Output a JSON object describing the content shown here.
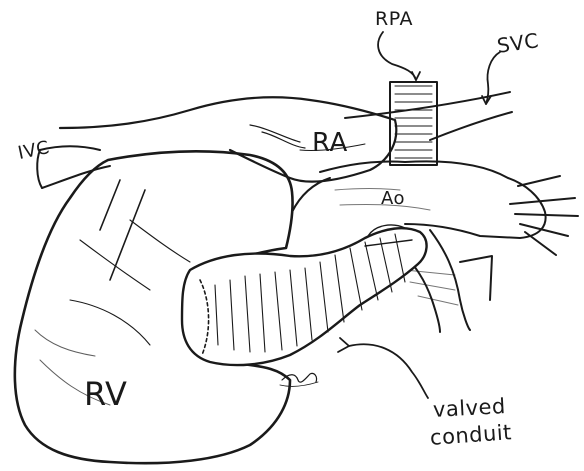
{
  "labels": {
    "rpa": "RPA",
    "svc": "SVC",
    "ivc": "IVC",
    "ra": "RA",
    "ao": "Ao",
    "rv": "RV",
    "conduit_line1": "valved",
    "conduit_line2": "conduit"
  },
  "colors": {
    "ink": "#1a1a1a",
    "paper": "#ffffff"
  }
}
